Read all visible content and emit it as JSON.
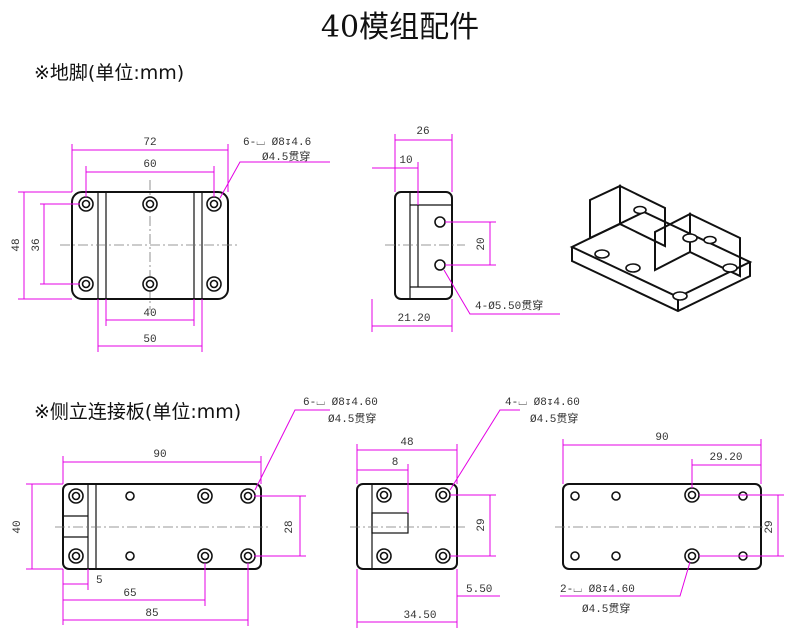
{
  "title": "40模组配件",
  "sections": {
    "foot": "※地脚(单位:mm)",
    "side_plate": "※侧立连接板(单位:mm)"
  },
  "foot": {
    "d72": "72",
    "d60": "60",
    "d48": "48",
    "d36": "36",
    "d40": "40",
    "d50": "50",
    "hole_line1": "6-⌴ Ø8↧4.6",
    "hole_line2": "Ø4.5贯穿",
    "side_d26": "26",
    "side_d10": "10",
    "side_d20": "20",
    "side_d21_20": "21.20",
    "side_hole": "4-Ø5.50贯穿"
  },
  "side_plate": {
    "left_callout1": "6-⌴ Ø8↧4.60",
    "left_callout2": "Ø4.5贯穿",
    "left_d90": "90",
    "left_d40": "40",
    "left_d28": "28",
    "left_d5": "5",
    "left_d65": "65",
    "left_d85": "85",
    "mid_callout1": "4-⌴ Ø8↧4.60",
    "mid_callout2": "Ø4.5贯穿",
    "mid_d48": "48",
    "mid_d8": "8",
    "mid_d29": "29",
    "mid_d5_50": "5.50",
    "mid_d34_50": "34.50",
    "right_d90": "90",
    "right_d29_20": "29.20",
    "right_d29": "29",
    "right_callout1": "2-⌴ Ø8↧4.60",
    "right_callout2": "Ø4.5贯穿"
  }
}
